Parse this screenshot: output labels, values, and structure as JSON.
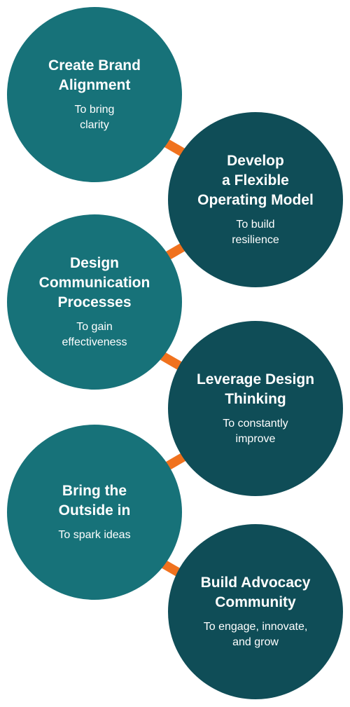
{
  "steps": [
    {
      "title": "Create Brand\nAlignment",
      "subtitle": "To bring\nclarity"
    },
    {
      "title": "Develop\na Flexible\nOperating Model",
      "subtitle": "To build\nresilience"
    },
    {
      "title": "Design\nCommunication\nProcesses",
      "subtitle": "To gain\neffectiveness"
    },
    {
      "title": "Leverage Design\nThinking",
      "subtitle": "To constantly\nimprove"
    },
    {
      "title": "Bring the\nOutside in",
      "subtitle": "To spark ideas"
    },
    {
      "title": "Build Advocacy\nCommunity",
      "subtitle": "To engage, innovate,\nand grow"
    }
  ],
  "colors": {
    "teal": "#177279",
    "dark_teal": "#0f4d57",
    "connector": "#f0721e"
  }
}
